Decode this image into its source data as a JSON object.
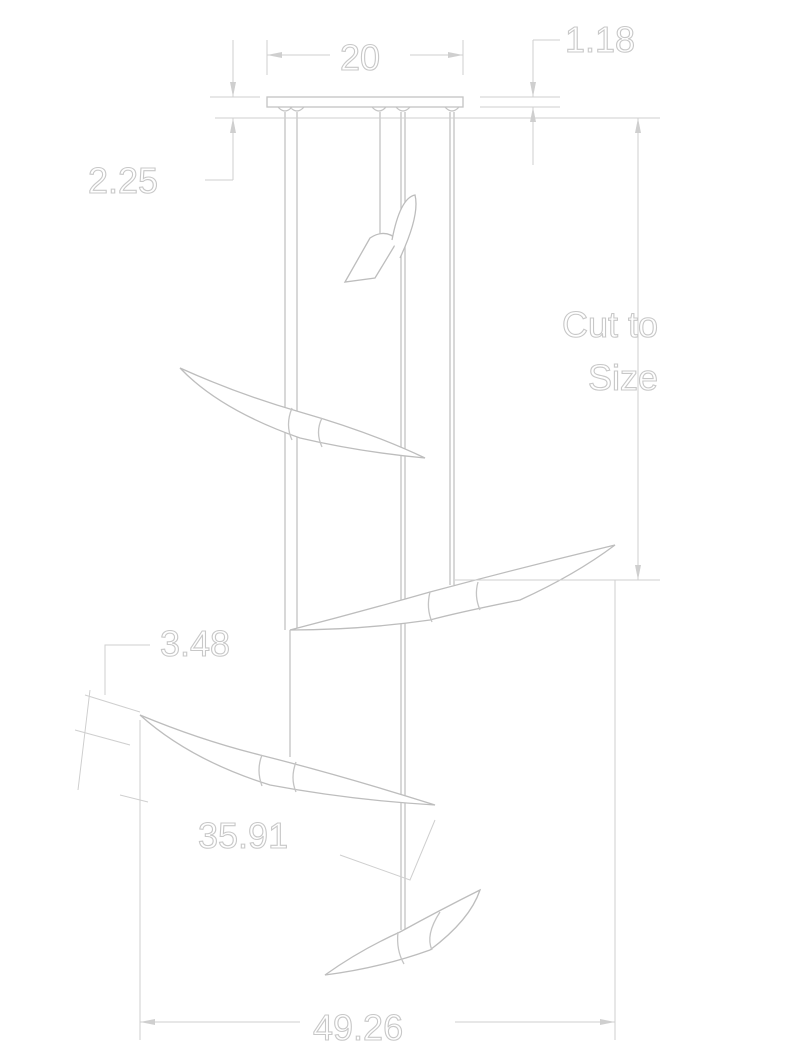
{
  "drawing": {
    "dimensions": {
      "canopy_width": "20",
      "canopy_height": "1.18",
      "canopy_drop": "2.25",
      "rod_length_line1": "Cut to",
      "rod_length_line2": "Size",
      "fixture_diameter": "3.48",
      "fixture_length": "35.91",
      "overall_width": "49.26"
    },
    "colors": {
      "line": "#c4c4c4",
      "background": "#ffffff"
    }
  }
}
